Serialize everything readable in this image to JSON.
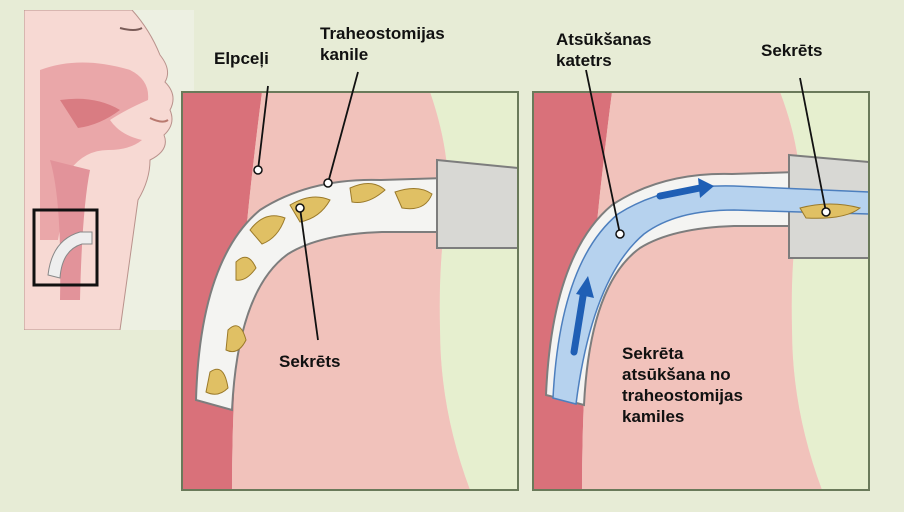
{
  "labels": {
    "airway": "Elpceļi",
    "cannula": "Traheostomijas\nkanile",
    "secretion_left": "Sekrēts",
    "catheter": "Atsūkšanas\nkatetrs",
    "secretion_right": "Sekrēts",
    "suction_caption": "Sekrēta\natsūkšana no\ntraheostomijas\nkamiles"
  },
  "colors": {
    "background": "#e7ecd6",
    "skin": "#f6cfc9",
    "tissue": "#eab7b1",
    "trachea": "#d9717a",
    "frame": "#6a7a5a",
    "secretion": "#e0c064",
    "catheter": "#b6d2ee",
    "arrow": "#1f5fb5",
    "tube": "#f3f3f1"
  }
}
